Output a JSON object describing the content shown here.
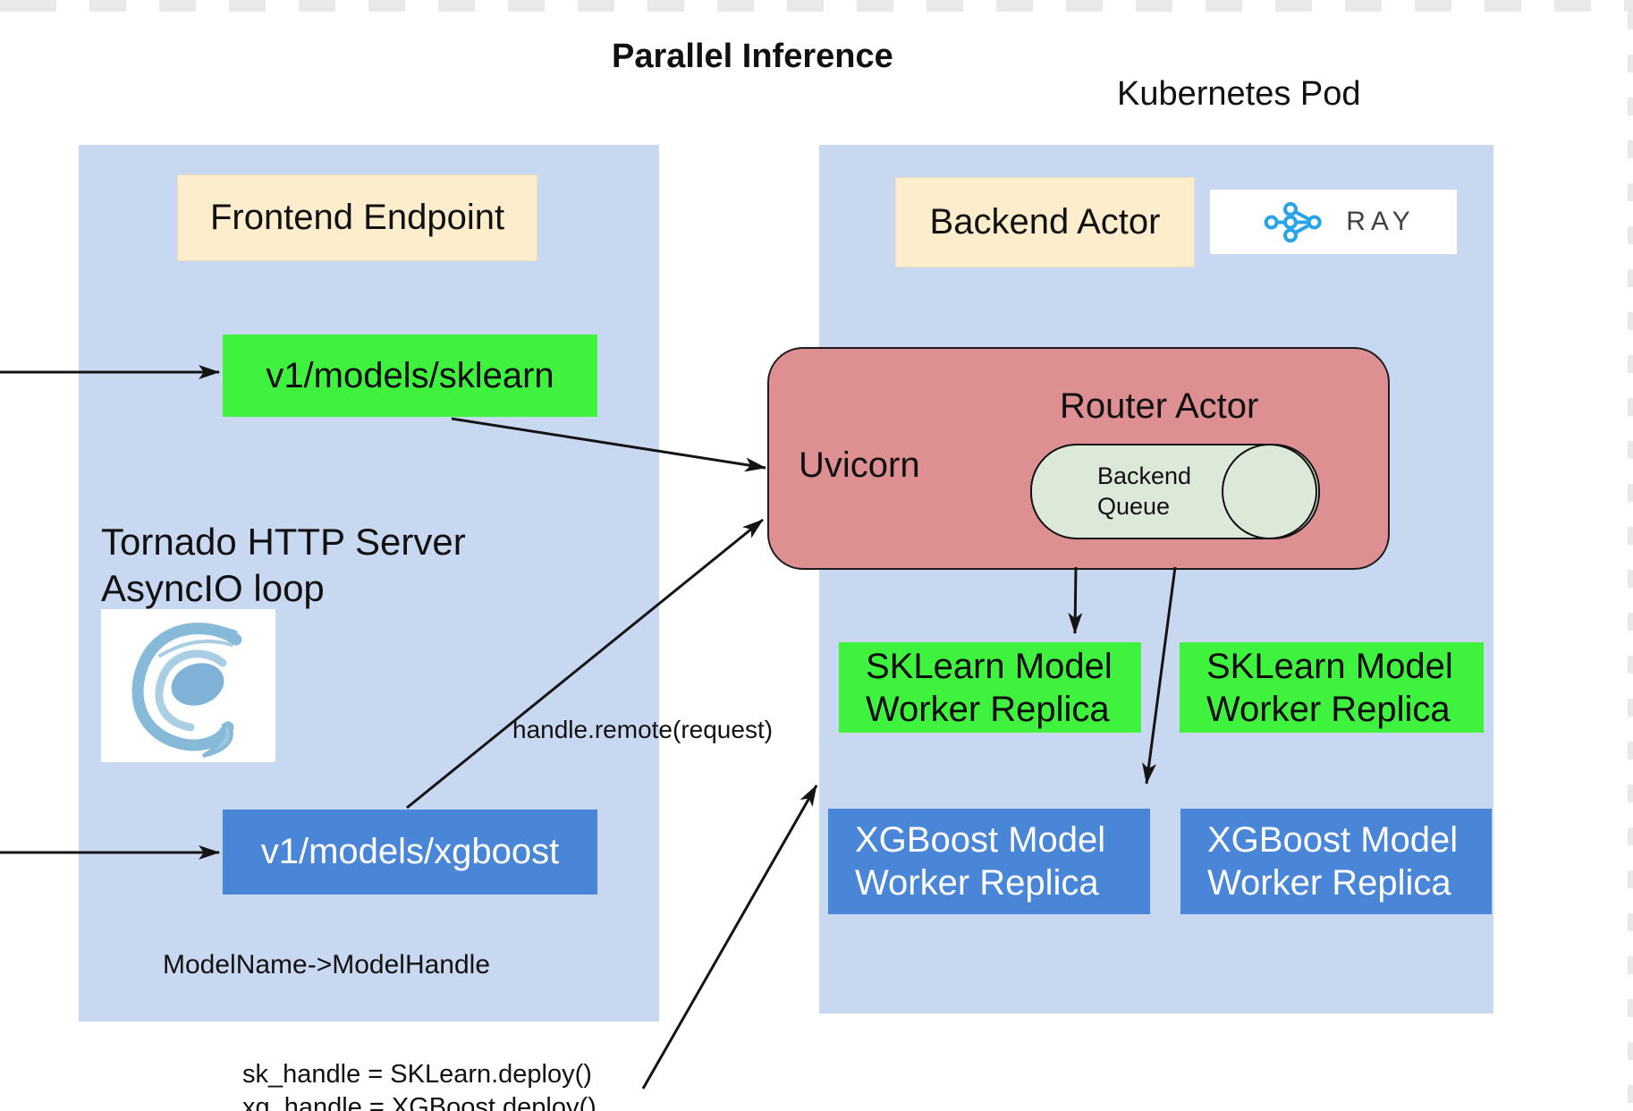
{
  "title": "Parallel Inference",
  "kubernetes_pod_label": "Kubernetes Pod",
  "left_panel": {
    "frontend_label": "Frontend Endpoint",
    "sklearn_route": "v1/models/sklearn",
    "xgboost_route": "v1/models/xgboost",
    "tornado": {
      "line1": "Tornado HTTP Server",
      "line2": "AsyncIO loop",
      "logo_icon": "tornado-swirl-icon"
    },
    "model_map": "ModelName->ModelHandle"
  },
  "right_panel": {
    "backend_label": "Backend Actor",
    "ray": {
      "label": "RAY",
      "icon": "ray-network-nodes-icon"
    },
    "router": {
      "title": "Router Actor",
      "uvicorn": "Uvicorn",
      "queue": {
        "line1": "Backend",
        "line2": "Queue"
      }
    },
    "workers": [
      {
        "id": "sklearn-worker-replica-1",
        "line1": "SKLearn Model",
        "line2": "Worker Replica"
      },
      {
        "id": "sklearn-worker-replica-2",
        "line1": "SKLearn Model",
        "line2": "Worker Replica"
      },
      {
        "id": "xgboost-worker-replica-1",
        "line1": "XGBoost Model",
        "line2": "Worker Replica"
      },
      {
        "id": "xgboost-worker-replica-2",
        "line1": "XGBoost Model",
        "line2": "Worker Replica"
      }
    ]
  },
  "annotations": {
    "handle_remote": "handle.remote(request)",
    "code_line1": "sk_handle = SKLearn.deploy()",
    "code_line2": "xg_handle = XGBoost.deploy()"
  },
  "colors": {
    "panel_blue": "#c8d8f1",
    "endpoint_green": "#3ef23e",
    "endpoint_blue": "#4a86d8",
    "actor_pink": "#de8f91",
    "label_tan": "#fcedcc",
    "queue_green": "#dde9d8",
    "ray_blue": "#28a5e8",
    "ray_text": "#454040",
    "arrow_black": "#141414",
    "checker_gray": "#e9e9e9"
  }
}
